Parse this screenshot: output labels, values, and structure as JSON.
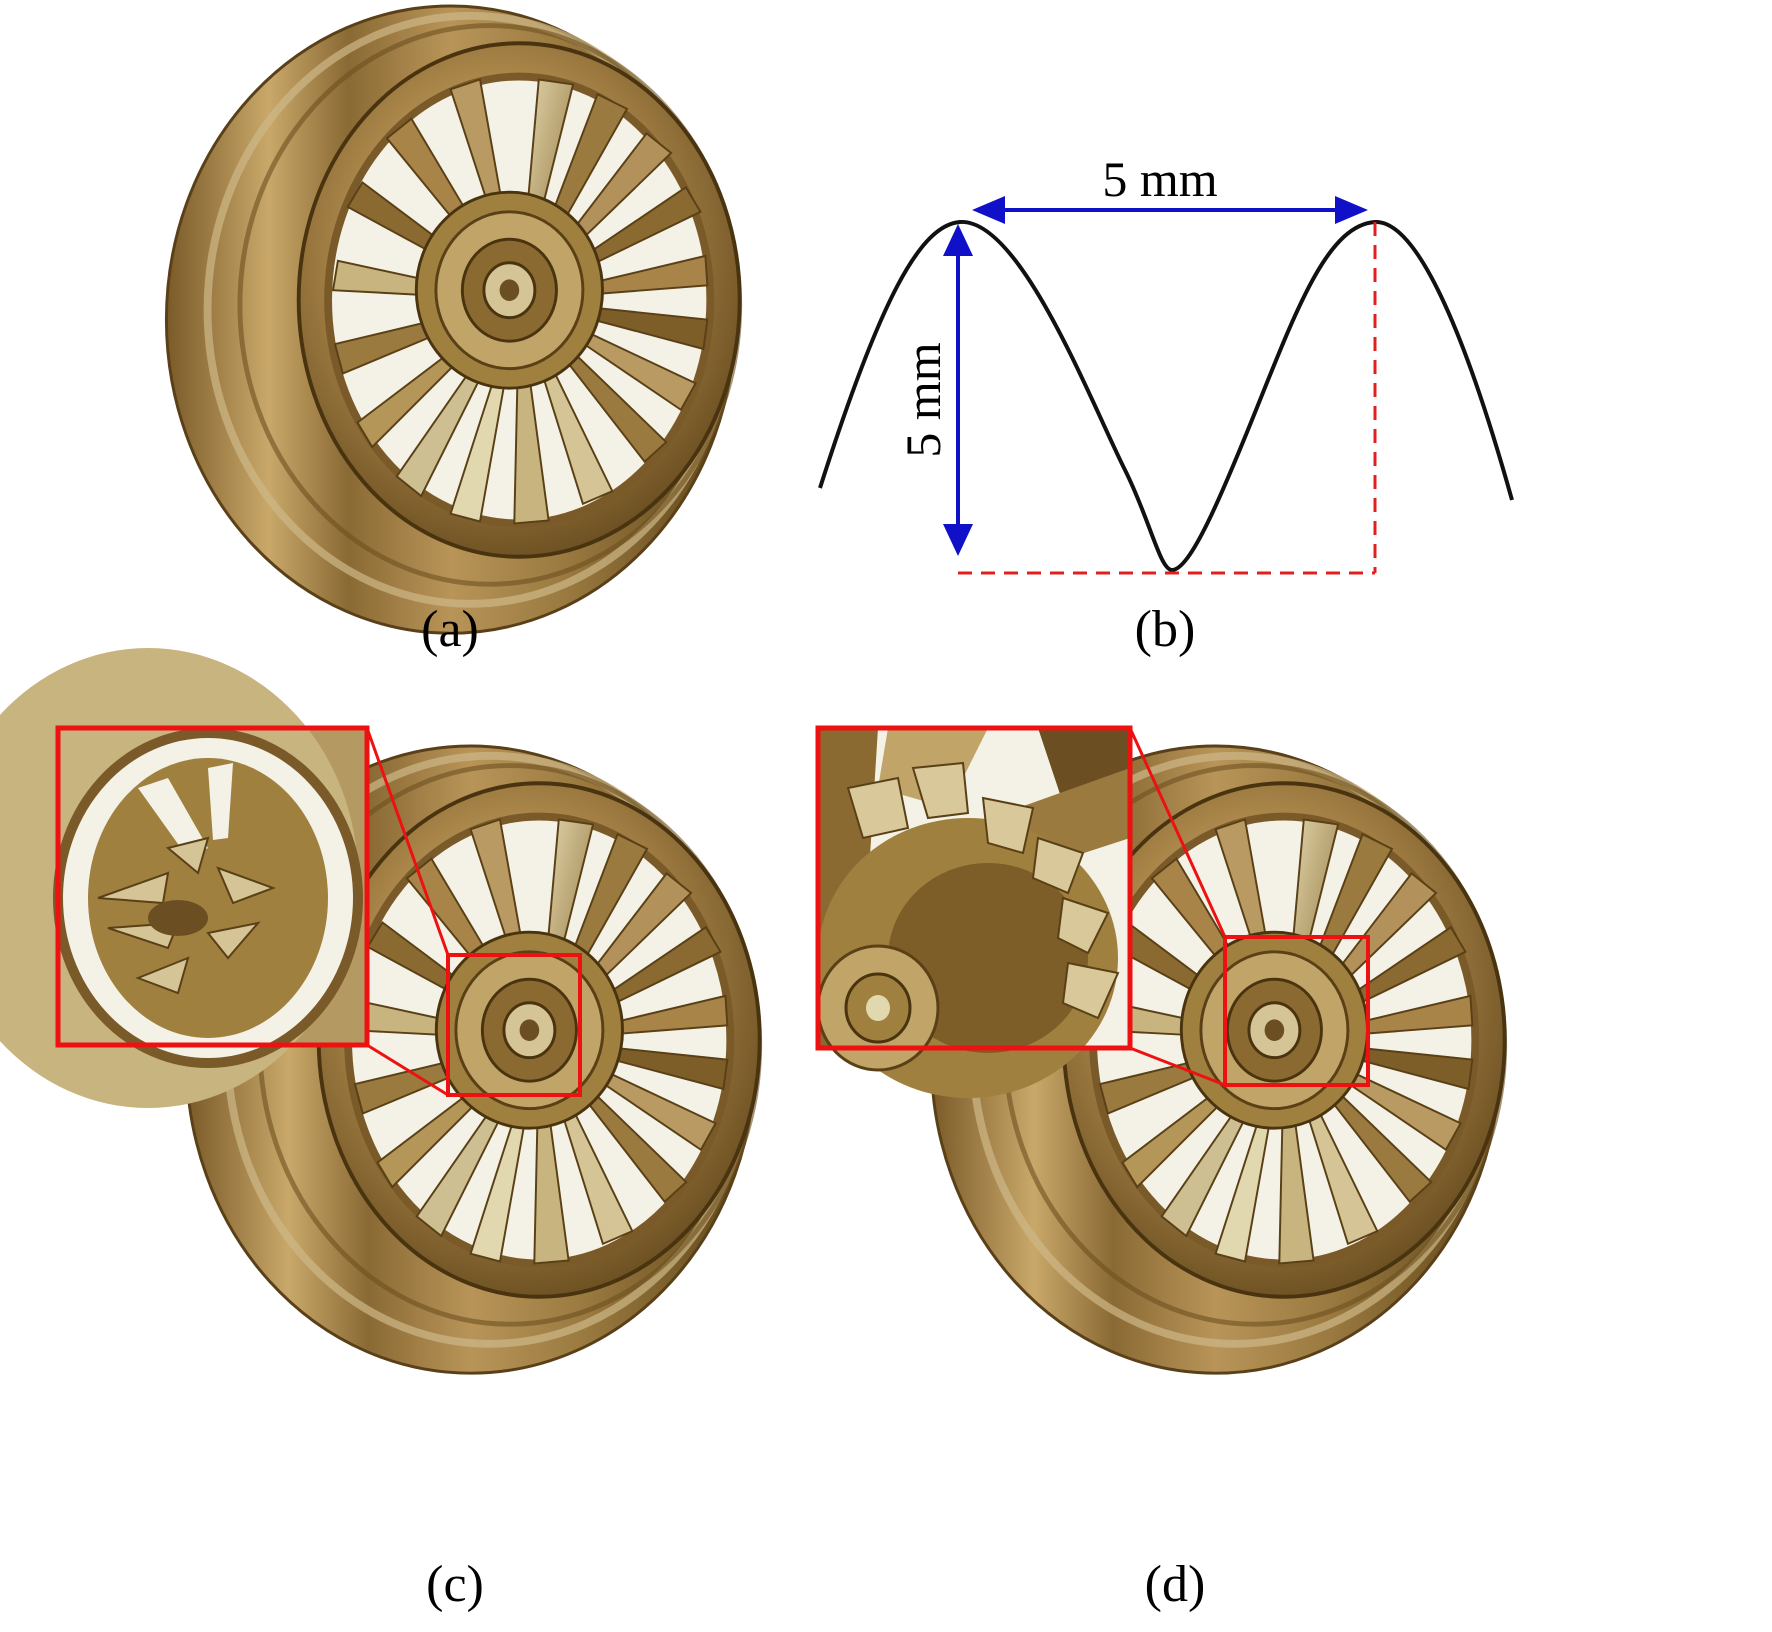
{
  "panels": [
    {
      "id": "a",
      "caption": "(a)"
    },
    {
      "id": "b",
      "caption": "(b)",
      "horizontal_dimension": "5 mm",
      "vertical_dimension": "5 mm"
    },
    {
      "id": "c",
      "caption": "(c)"
    },
    {
      "id": "d",
      "caption": "(d)"
    }
  ],
  "colors": {
    "metal_dark": "#6b4e22",
    "metal_mid": "#a88448",
    "metal_light": "#d8c79a",
    "metal_pale": "#cfd2b0",
    "arrow": "#1010c8",
    "guide": "#e02020",
    "inset_frame": "#ee1111",
    "curve": "#111111"
  },
  "icons": [
    "wheel-rim-render",
    "zoom-inset"
  ]
}
